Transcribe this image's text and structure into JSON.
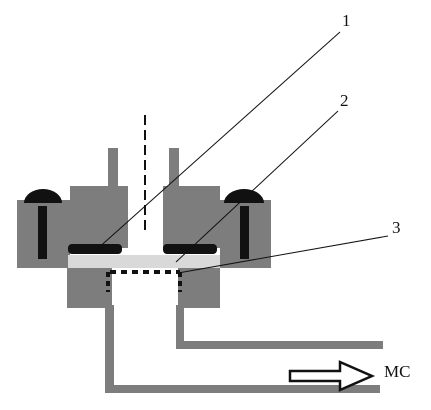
{
  "callouts": [
    {
      "label": "1"
    },
    {
      "label": "2"
    },
    {
      "label": "3"
    }
  ],
  "flow": {
    "label": "MC",
    "icon": "right-arrow-icon"
  },
  "colors": {
    "body": "#7d7d7d",
    "body_dark": "#555555",
    "seal": "#111111",
    "membrane": "#d9d9d9",
    "line": "#111111",
    "background": "#ffffff"
  }
}
